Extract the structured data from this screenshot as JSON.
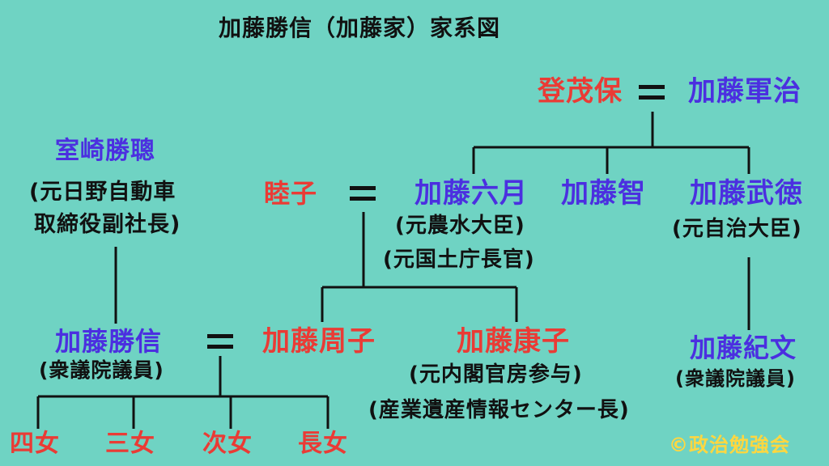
{
  "title": "加藤勝信（加藤家）家系図",
  "colors": {
    "background": "#6fd3c3",
    "male": "#4b2fe0",
    "female": "#ea3b35",
    "note": "#111111",
    "credit": "#ffd740"
  },
  "people": {
    "noboru_moho": {
      "name": "登茂保"
    },
    "kato_gunji": {
      "name": "加藤軍治"
    },
    "murosaki": {
      "name": "室崎勝聰",
      "note1": "(元日野自動車",
      "note2": "取締役副社長)"
    },
    "mutsuko": {
      "name": "睦子"
    },
    "kato_mutsuki": {
      "name": "加藤六月",
      "note1": "(元農水大臣)",
      "note2": "(元国土庁長官)"
    },
    "kato_satoshi": {
      "name": "加藤智"
    },
    "kato_takenori": {
      "name": "加藤武徳",
      "note1": "(元自治大臣)"
    },
    "kato_katsunobu": {
      "name": "加藤勝信",
      "note1": "(衆議院議員)"
    },
    "kato_shuko": {
      "name": "加藤周子"
    },
    "kato_yasuko": {
      "name": "加藤康子",
      "note1": "(元内閣官房参与)",
      "note2": "(産業遺産情報センター長)"
    },
    "kato_norifumi": {
      "name": "加藤紀文",
      "note1": "(衆議院議員)"
    }
  },
  "children": {
    "d4": "四女",
    "d3": "三女",
    "d2": "次女",
    "d1": "長女"
  },
  "credit": "©政治勉強会"
}
